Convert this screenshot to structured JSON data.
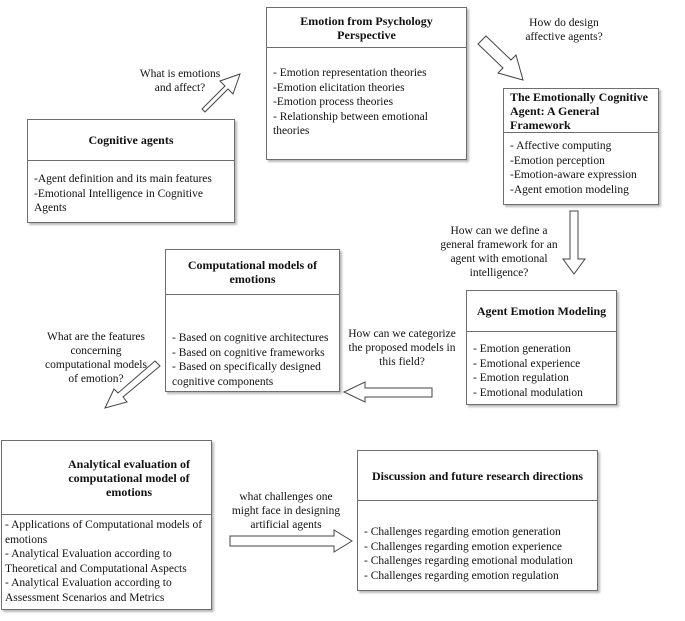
{
  "boxes": {
    "psychology": {
      "title": "Emotion from Psychology Perspective",
      "items": [
        "- Emotion representation theories",
        "-Emotion elicitation theories",
        "-Emotion process theories",
        "- Relationship between emotional theories"
      ]
    },
    "cognitive_agents": {
      "title": "Cognitive agents",
      "items": [
        "-Agent definition and its main features",
        "-Emotional Intelligence in Cognitive Agents"
      ]
    },
    "framework": {
      "title": "The Emotionally Cognitive Agent: A General Framework",
      "items": [
        "- Affective computing",
        "-Emotion perception",
        "-Emotion-aware expression",
        "-Agent emotion modeling"
      ]
    },
    "computational": {
      "title": "Computational models of emotions",
      "items": [
        "- Based on cognitive architectures",
        "- Based on cognitive frameworks",
        "- Based on specifically designed cognitive components"
      ]
    },
    "agent_modeling": {
      "title": "Agent Emotion Modeling",
      "items": [
        "- Emotion generation",
        "- Emotional experience",
        "- Emotion regulation",
        "- Emotional modulation"
      ]
    },
    "analytical": {
      "title": "Analytical evaluation of computational model of emotions",
      "items": [
        "- Applications of Computational models of emotions",
        "- Analytical Evaluation according to Theoretical and Computational Aspects",
        "- Analytical Evaluation according to Assessment Scenarios and Metrics"
      ]
    },
    "discussion": {
      "title": "Discussion and future research directions",
      "items": [
        "- Challenges regarding emotion generation",
        "- Challenges regarding emotion experience",
        "- Challenges regarding emotional modulation",
        "- Challenges regarding emotion regulation"
      ]
    }
  },
  "questions": {
    "q_emotions": "What is emotions and affect?",
    "q_design": "How do design affective agents?",
    "q_framework": "How can we define a general framework for an agent with emotional intelligence?",
    "q_categorize": "How can we categorize the proposed models in this field?",
    "q_features": "What are the features concerning computational models of emotion?",
    "q_challenges": "what challenges one might face in designing artificial agents"
  }
}
